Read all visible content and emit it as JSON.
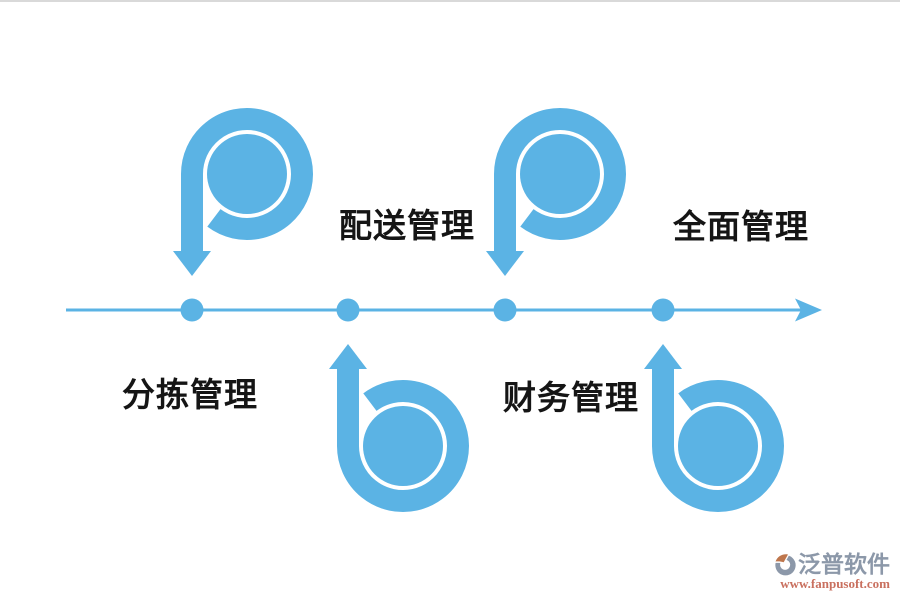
{
  "colors": {
    "background": "#FFFFFF",
    "accent": "#5BB3E4",
    "label_text": "#151515",
    "watermark_gray": "#8C98A9",
    "watermark_red": "#C9705F",
    "watermark_orange": "#BE764C",
    "edge_line": "#D9D9D9"
  },
  "diagram": {
    "type": "timeline-flow",
    "axis": {
      "direction": "right",
      "dot_count": 4
    },
    "milestones": [
      {
        "index": 1,
        "label": "分拣管理",
        "label_side": "below",
        "spiral_arrow": "points-down-from-above"
      },
      {
        "index": 2,
        "label": "配送管理",
        "label_side": "above",
        "spiral_arrow": "points-up-from-below"
      },
      {
        "index": 3,
        "label": "财务管理",
        "label_side": "below",
        "spiral_arrow": "points-down-from-above"
      },
      {
        "index": 4,
        "label": "全面管理",
        "label_side": "above",
        "spiral_arrow": "points-up-from-below"
      }
    ]
  },
  "watermark": {
    "brand": "泛普软件",
    "url": "www.fanpusoft.com"
  },
  "icons": {
    "spiral_down": "p-shaped-spiral-arrow-down",
    "spiral_up": "b-shaped-spiral-arrow-up",
    "axis_arrowhead": "right-arrowhead",
    "logo": "fanpu-swirl-logo"
  }
}
